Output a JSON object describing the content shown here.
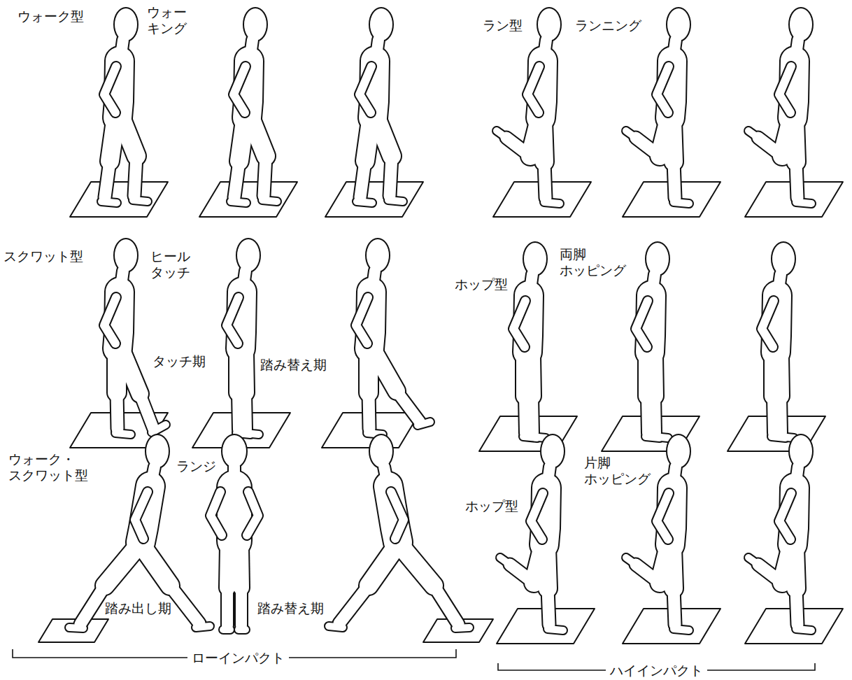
{
  "diagram": {
    "labels": [
      "ウォーク型",
      "ウォー キング",
      "ラン型",
      "ランニング",
      "スクワット型",
      "ヒール タッチ",
      "タッチ期",
      "踏み替え期",
      "ホップ型",
      "両脚 ホッピング",
      "ウォーク・ スクワット型",
      "ランジ",
      "踏み出し期",
      "踏み替え期",
      "ホップ型",
      "片脚 ホッピング",
      "ローインパクト",
      "ハイインパクト"
    ]
  }
}
